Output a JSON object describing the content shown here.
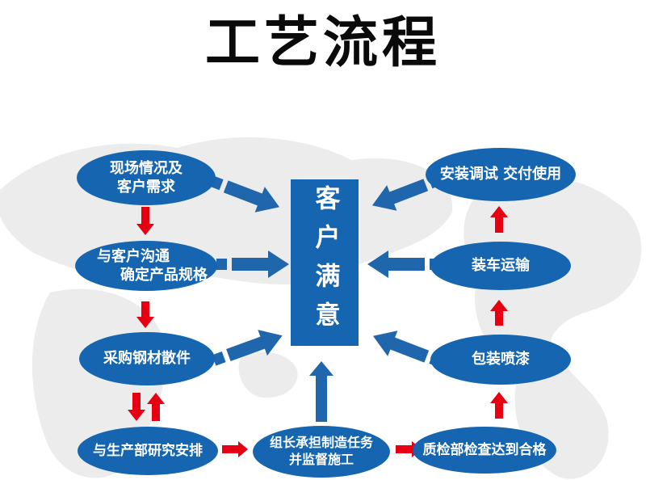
{
  "title": "工艺流程",
  "colors": {
    "node_blue": "#1565b0",
    "arrow_blue": "#1f66ad",
    "arrow_red": "#e60012",
    "title_color": "#0a0a0a",
    "map_gray": "#ececec",
    "node_text": "#ffffff"
  },
  "center_box": {
    "label": "客户满意"
  },
  "left_column": [
    {
      "lines": [
        "现场情况及",
        "客户需求"
      ]
    },
    {
      "lines": [
        "与客户沟通",
        "确定产品规格"
      ]
    },
    {
      "lines": [
        "采购钢材散件"
      ]
    },
    {
      "lines": [
        "与生产部研究安排"
      ]
    }
  ],
  "bottom_center": {
    "lines": [
      "组长承担制造任务",
      "并监督施工"
    ]
  },
  "right_column": [
    {
      "lines": [
        "安装调试 交付使用"
      ]
    },
    {
      "lines": [
        "装车运输"
      ]
    },
    {
      "lines": [
        "包装喷漆"
      ]
    },
    {
      "lines": [
        "质检部检查达到合格"
      ]
    }
  ]
}
